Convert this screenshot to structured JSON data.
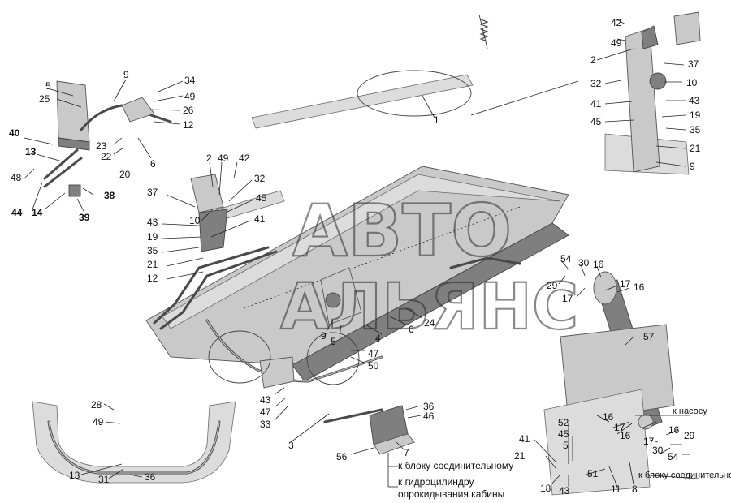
{
  "watermark": {
    "line1": "АВТО",
    "line2": "АЛЬЯНС"
  },
  "notes": {
    "to_pump": "к насосу",
    "to_connector_block_main": "к блоку соединительному",
    "to_cab_tilt_cylinder_line1": "к гидроцилиндру",
    "to_cab_tilt_cylinder_line2": "опрокидывания кабины",
    "to_connector_block_detail": "к блоку соединительному"
  },
  "callouts": {
    "c_tr_42": "42",
    "c_tr_49": "49",
    "c_tr_2": "2",
    "c_tr_37": "37",
    "c_tr_32": "32",
    "c_tr_10": "10",
    "c_tr_41": "41",
    "c_tr_43": "43",
    "c_tr_19": "19",
    "c_tr_45": "45",
    "c_tr_35": "35",
    "c_tr_21": "21",
    "c_tr_9": "9",
    "c_tl_9": "9",
    "c_tl_5": "5",
    "c_tl_34": "34",
    "c_tl_25": "25",
    "c_tl_49": "49",
    "c_tl_26": "26",
    "c_tl_12": "12",
    "c_tl_40": "40",
    "c_tl_13": "13",
    "c_tl_23": "23",
    "c_tl_22": "22",
    "c_tl_6": "6",
    "c_tl_48": "48",
    "c_tl_20": "20",
    "c_tl_38": "38",
    "c_tl_44": "44",
    "c_tl_14": "14",
    "c_tl_39": "39",
    "c_m_2": "2",
    "c_m_49": "49",
    "c_m_42": "42",
    "c_m_37": "37",
    "c_m_32": "32",
    "c_m_45": "45",
    "c_m_10": "10",
    "c_m_41": "41",
    "c_m_43": "43",
    "c_m_19": "19",
    "c_m_35": "35",
    "c_m_21": "21",
    "c_m_12": "12",
    "c_1": "1",
    "c_54a": "54",
    "c_30a": "30",
    "c_16a": "16",
    "c_29a": "29",
    "c_17a": "17",
    "c_16b": "16",
    "c_17b": "17",
    "c_9m": "9",
    "c_5m": "5",
    "c_4m": "4",
    "c_6m": "6",
    "c_24m": "24",
    "c_47m": "47",
    "c_50m": "50",
    "c_43b": "43",
    "c_47b": "47",
    "c_33b": "33",
    "c_3": "3",
    "c_36a": "36",
    "c_46a": "46",
    "c_56": "56",
    "c_7": "7",
    "c_28": "28",
    "c_49b": "49",
    "c_13b": "13",
    "c_31": "31",
    "c_36b": "36",
    "c_57": "57",
    "c_br_16a": "16",
    "c_br_17a": "17",
    "c_br_16b": "16",
    "c_br_17b": "17",
    "c_br_29": "29",
    "c_br_30": "30",
    "c_br_54": "54",
    "c_br_8": "8",
    "c_br_52": "52",
    "c_br_45": "45",
    "c_br_41": "41",
    "c_br_5": "5",
    "c_br_21": "21",
    "c_br_51": "51",
    "c_br_18": "18",
    "c_br_43": "43",
    "c_br_11": "11"
  }
}
